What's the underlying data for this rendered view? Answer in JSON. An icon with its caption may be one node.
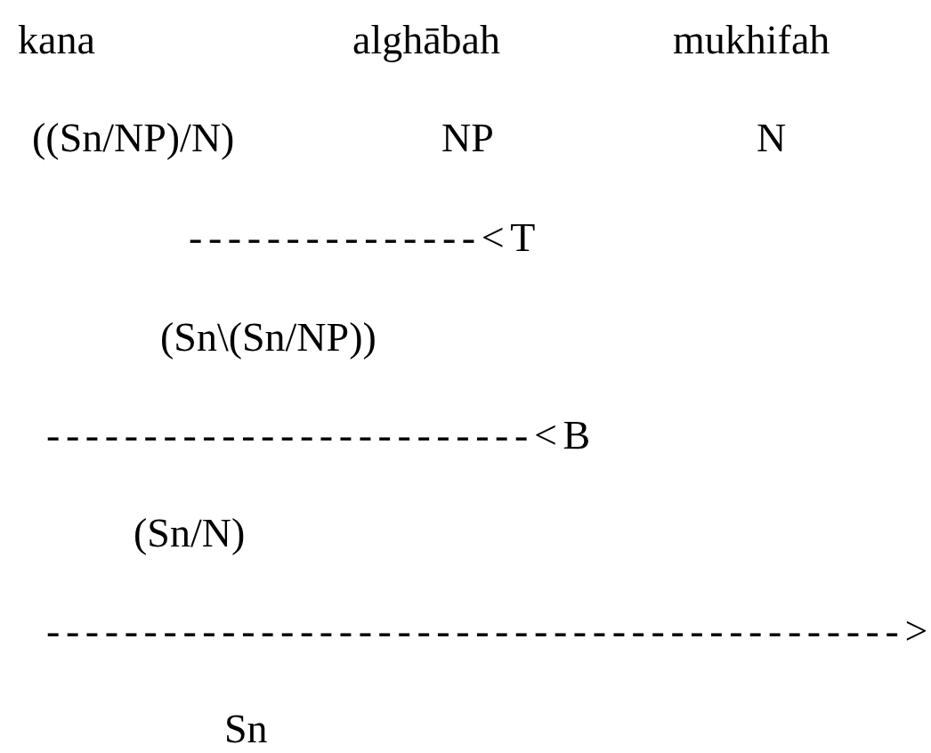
{
  "diagram": {
    "labels": [
      "kana",
      "alghābah",
      "mukhifah",
      "((Sn/NP)/N)",
      "NP",
      "N",
      "---------------<T",
      "(Sn\\(Sn/NP))",
      "-------------------------<B",
      "(Sn/N)",
      "-------------------------------------------->",
      "Sn"
    ]
  }
}
